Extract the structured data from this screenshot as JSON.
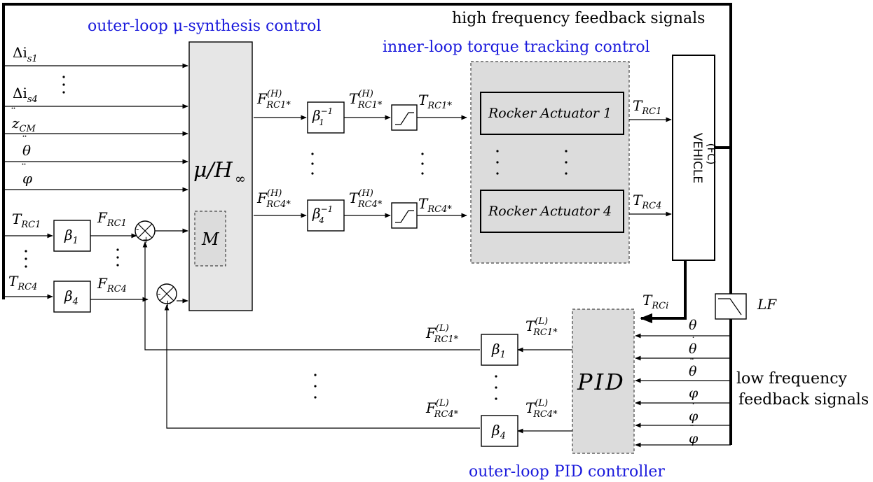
{
  "titles": {
    "outer_mu": "outer-loop μ-synthesis control",
    "inner_loop": "inner-loop torque tracking control",
    "outer_pid": "outer-loop PID controller",
    "hf": "high frequency feedback signals",
    "lf_line1": "low frequency",
    "lf_line2": "feedback signals"
  },
  "inputs": {
    "di_s1": "Δi",
    "di_s1_sub": "s1",
    "di_s4": "Δi",
    "di_s4_sub": "s4",
    "z_cm": "z",
    "z_cm_sub": "CM",
    "theta_dd": "θ",
    "phi_dd": "φ",
    "t_rc1": "T",
    "t_rc1_sub": "RC1",
    "t_rc4": "T",
    "t_rc4_sub": "RC4",
    "f_rc1": "F",
    "f_rc1_sub": "RC1",
    "f_rc4": "F",
    "f_rc4_sub": "RC4"
  },
  "blocks": {
    "controller_mu": "μ/H",
    "controller_inf": "∞",
    "m_block": "M",
    "beta1": "β",
    "beta1_sub": "1",
    "beta4": "β",
    "beta4_sub": "4",
    "beta1_inv": "β",
    "beta4_inv": "β",
    "inv_sup": "−1",
    "actuator1": "Rocker Actuator 1",
    "actuator4": "Rocker Actuator 4",
    "vehicle": "VEHICLE",
    "vehicle_sub": "(FC)",
    "pid": "PID",
    "lf_filter": "LF"
  },
  "signals": {
    "f_h_rc1": "F",
    "f_h_sup": "(H)",
    "f_h_rc1_sub": "RC1*",
    "f_h_rc4_sub": "RC4*",
    "t_h_sup": "(H)",
    "t_rc1star": "RC1*",
    "t_rc4star": "RC4*",
    "t_rc1": "RC1",
    "t_rc4": "RC4",
    "t_rci": "RCi",
    "t_l_sup": "(L)",
    "f_l_sup": "(L)",
    "sign_minus": "-",
    "sign_plus": "+"
  },
  "lf_signals": [
    "θ",
    "θ",
    "θ",
    "φ",
    "φ",
    "φ"
  ]
}
